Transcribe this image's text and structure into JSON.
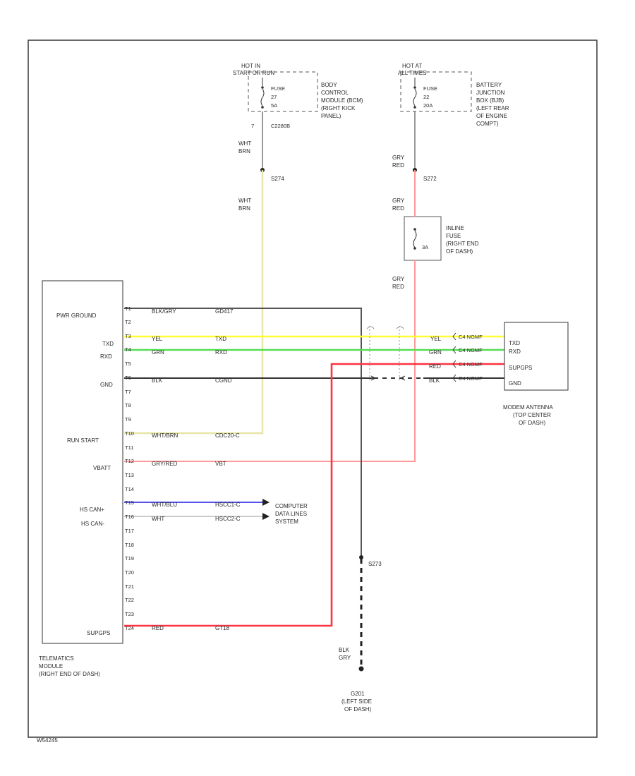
{
  "fuses": {
    "left": {
      "hot_line1": "HOT IN",
      "hot_line2": "START OR RUN",
      "fuse_label": "FUSE",
      "fuse_num": "27",
      "fuse_amp": "5A",
      "box_line1": "BODY",
      "box_line2": "CONTROL",
      "box_line3": "MODULE (BCM)",
      "box_line4": "(RIGHT KICK",
      "box_line5": "PANEL)",
      "connector": "C2280B",
      "pin": "7"
    },
    "right": {
      "hot_line1": "HOT AT",
      "hot_line2": "ALL TIMES",
      "fuse_label": "FUSE",
      "fuse_num": "22",
      "fuse_amp": "20A",
      "box_line1": "BATTERY",
      "box_line2": "JUNCTION",
      "box_line3": "BOX (BJB)",
      "box_line4": "(LEFT REAR",
      "box_line5": "OF ENGINE",
      "box_line6": "COMPT)"
    }
  },
  "wires": {
    "wht_brn_1": "WHT",
    "wht_brn_2": "BRN",
    "wht_brn_3": "WHT",
    "wht_brn_4": "BRN",
    "s274": "S274",
    "gry_red_1": "GRY",
    "gry_red_2": "RED",
    "gry_red_3": "GRY",
    "gry_red_4": "RED",
    "gry_red_5": "GRY",
    "gry_red_6": "RED",
    "s272": "S272",
    "s273": "S273",
    "blk_gry_1": "BLK",
    "blk_gry_2": "GRY",
    "g201_line1": "G201",
    "g201_line2": "(LEFT SIDE",
    "g201_line3": "OF DASH)"
  },
  "inline_fuse": {
    "line1": "INLINE",
    "line2": "FUSE",
    "line3": "(RIGHT END",
    "line4": "OF DASH)",
    "amp": "3A"
  },
  "module": {
    "pins": [
      "T1",
      "T2",
      "T3",
      "T4",
      "T5",
      "T6",
      "T7",
      "T8",
      "T9",
      "T10",
      "T11",
      "T12",
      "T13",
      "T14",
      "T15",
      "T16",
      "T17",
      "T18",
      "T19",
      "T20",
      "T21",
      "T22",
      "T23",
      "T24"
    ],
    "labels": {
      "pwr_ground": "PWR GROUND",
      "txd": "TXD",
      "rxd": "RXD",
      "gnd": "GND",
      "run_start": "RUN START",
      "vbatt": "VBATT",
      "hs_can_plus": "HS CAN+",
      "hs_can_minus": "HS CAN-",
      "supgps": "SUPGPS"
    },
    "name_line1": "TELEMATICS",
    "name_line2": "MODULE",
    "name_line3": "(RIGHT END OF DASH)"
  },
  "circuit_labels": {
    "t1_color": "BLK/GRY",
    "t1_circuit": "GD417",
    "t3_color": "YEL",
    "t3_circuit": "TXD",
    "t4_color": "GRN",
    "t4_circuit": "RXD",
    "t6_color": "BLK",
    "t6_circuit": "CGND",
    "t10_color": "WHT/BRN",
    "t10_circuit": "CDC20-C",
    "t12_color": "GRY/RED",
    "t12_circuit": "VBT",
    "t15_color": "WHT/BLU",
    "t15_circuit": "HSCC1-C",
    "t16_color": "WHT",
    "t16_circuit": "HSCC2-C",
    "t24_color": "RED",
    "t24_circuit": "GT18"
  },
  "antenna": {
    "txd_color": "YEL",
    "rxd_color": "GRN",
    "supgps_color": "RED",
    "gnd_color": "BLK",
    "conn_txd": "C4 NGMF",
    "conn_rxd": "C4 NGMF",
    "conn_supgps": "C4 NGMF",
    "conn_gnd": "C4 NGMF",
    "pin_txd": "TXD",
    "pin_rxd": "RXD",
    "pin_supgps": "SUPGPS",
    "pin_gnd": "GND",
    "name_line1": "MODEM ANTENNA",
    "name_line2": "(TOP CENTER",
    "name_line3": "OF DASH)"
  },
  "computer": {
    "line1": "COMPUTER",
    "line2": "DATA LINES",
    "line3": "SYSTEM"
  },
  "footer": {
    "code": "W54245"
  },
  "colors": {
    "yellow_wire": "#ffff33",
    "green_wire": "#55dd55",
    "red_wire": "#ff3344",
    "light_red_wire": "#ff9999",
    "tan_wire": "#e6e6a8",
    "blue_wire": "#5555ee",
    "black_wire": "#333333",
    "border": "#444444"
  }
}
